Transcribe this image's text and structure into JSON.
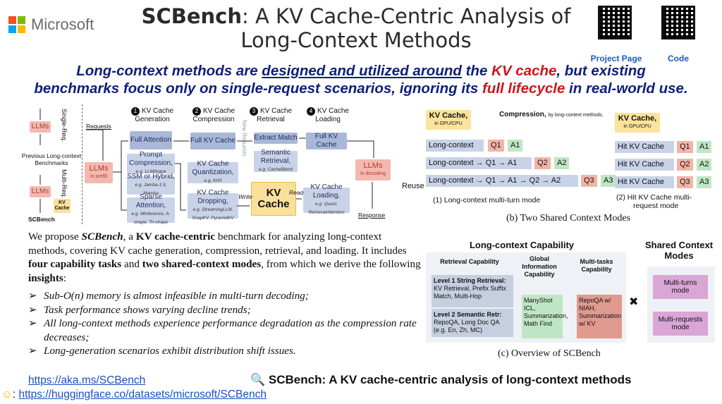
{
  "header": {
    "brand": "Microsoft",
    "brand_colors": [
      "#f25022",
      "#7fba00",
      "#00a4ef",
      "#ffb900"
    ],
    "title_bold": "SCBench",
    "title_rest": ": A KV Cache-Centric Analysis of",
    "title_line2": "Long-Context Methods",
    "qr_project_label": "Project Page",
    "qr_code_label": "Code"
  },
  "tagline": {
    "p1": "Long-context methods are ",
    "p2": "designed and utilized around",
    "p3": " the ",
    "p4": "KV cache",
    "p5": ", but existing",
    "p6": "benchmarks focus only on single-request scenarios, ignoring its ",
    "p7": "full lifecycle",
    "p8": " in real-world use."
  },
  "fig_a": {
    "single_req": "Single-Req.",
    "multi_req": "Multi-Req.",
    "llms": "LLMs",
    "previous": "Previous Long-context Benchmarks",
    "kv_cache_small": "KV Cache",
    "scbench": "SCBench",
    "requests": "Requests",
    "new_requests": "New Requests",
    "llms_prefill": "LLMs",
    "in_prefill": "in prefill",
    "step1": "KV Cache Generation",
    "step2": "KV Cache Compression",
    "step3": "KV Cache Retrieval",
    "step4": "KV Cache Loading",
    "full_attention": "Full Attention",
    "prompt_comp": "Prompt Compression,",
    "prompt_comp_sub": "e.g. LLMlingua",
    "ssm": "SSM or Hybrid,",
    "ssm_sub": "e.g. Jamba-1.5, Mamba",
    "sparse": "Sparse Attention,",
    "sparse_sub": "e.g. MInference, A-shape, Tri-shape",
    "full_kv": "Full KV Cache",
    "kv_quant": "KV Cache Quantization,",
    "kv_quant_sub": "e.g. KIVI",
    "kv_drop": "KV Cache Dropping,",
    "kv_drop_sub": "e.g. StreamingLLM, SnapKV, PyramidKV",
    "extract": "Extract Match",
    "semantic": "Semantic Retrieval,",
    "semantic_sub": "e.g. CacheBlend",
    "full_kv2": "Full KV Cache",
    "kv_loading": "KV Cache Loading,",
    "kv_loading_sub": "e.g. Quest, RetrievalAttention",
    "kv_big": "KV Cache",
    "write": "Write",
    "read": "Read",
    "llms_decoding": "LLMs",
    "in_decoding": "in decoding",
    "response": "Response"
  },
  "fig_b": {
    "kv_cache": "KV Cache,",
    "gpu_cpu": "in GPU/CPU",
    "compression": "Compression,",
    "compression_sub": "by long-context methods.",
    "lc": "Long-context",
    "q1": "Q1",
    "a1": "A1",
    "q2": "Q2",
    "a2": "A2",
    "q3": "Q3",
    "a3": "A3",
    "reuse": "Reuse",
    "hit": "Hit KV Cache",
    "label1": "(1) Long-context multi-turn mode",
    "label2a": "(2) Hit KV Cache multi-",
    "label2b": "request mode",
    "caption": "(b) Two Shared Context Modes"
  },
  "fig_c": {
    "lc_capability": "Long-context Capability",
    "retrieval_cap": "Retrieval Capability",
    "global_cap": "Global Information Capability",
    "multitask_cap": "Multi-tasks Capability",
    "level1_title": "Level 1 String Retrieval:",
    "level1_body": "KV Retrieval, Prefix Suffix Match, Multi-Hop",
    "level2_title": "Level 2 Semantic Retr:",
    "level2_body": "RepoQA, Long Doc QA (e.g. En, Zh, MC)",
    "global_body": "ManyShot ICL, Summarization, Math Find",
    "multi_body": "RepoQA w/ NIAH, Summarization w/ KV",
    "times": "✖",
    "shared_head": "Shared Context Modes",
    "multi_turns": "Multi-turns mode",
    "multi_requests": "Multi-requests mode",
    "caption": "(c) Overview of SCBench"
  },
  "body": {
    "t1": "We propose ",
    "t2": "SCBench",
    "t3": ", a ",
    "t4": "KV cache-centric",
    "t5": " benchmark for analyzing long-context methods, covering KV cache generation, compression, retrieval, and loading. It includes ",
    "t6": "four capability tasks",
    "t7": " and ",
    "t8": "two shared-context modes",
    "t9": ", from which we derive the following ",
    "t10": "insights",
    "t11": ":"
  },
  "bullets": [
    "Sub-O(n) memory is almost infeasible in multi-turn decoding;",
    "Task performance shows varying decline trends;",
    "All long-context methods experience performance degradation as the compression rate decreases;",
    "Long-generation scenarios exhibit distribution shift issues."
  ],
  "links": {
    "short": "https://aka.ms/SCBench",
    "hf": "https://huggingface.co/datasets/microsoft/SCBench",
    "hf_prefix": ":"
  },
  "bottom_title": "SCBench: A KV cache-centric analysis of long-context methods"
}
